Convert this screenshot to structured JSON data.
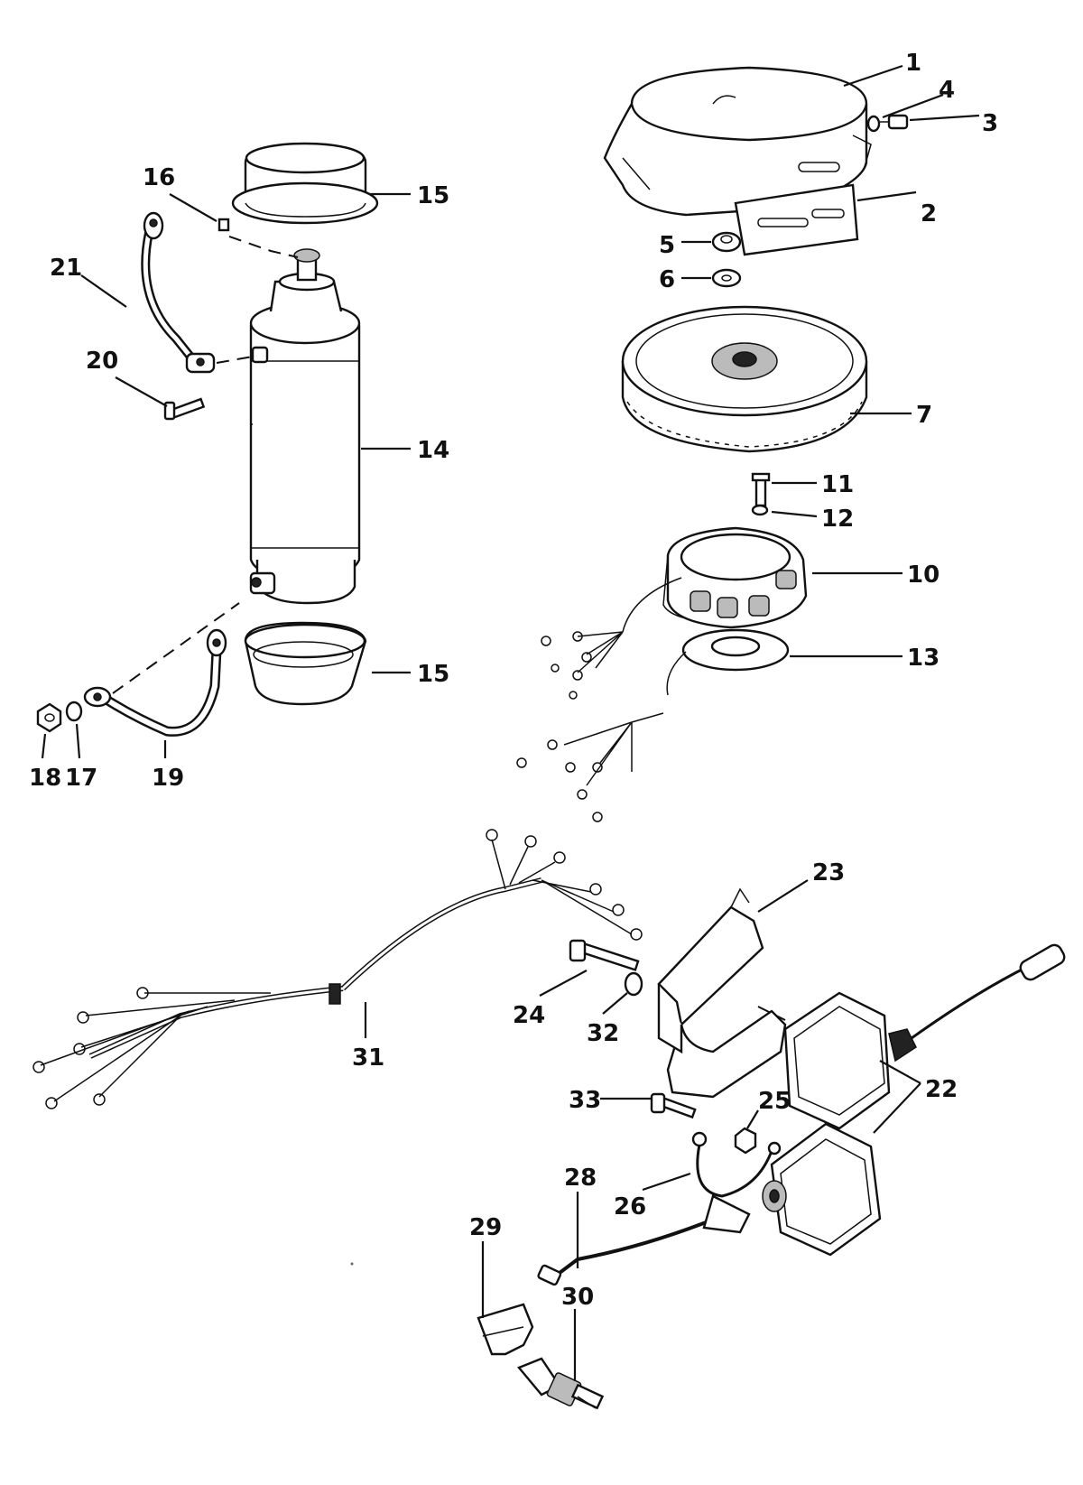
{
  "callouts": [
    {
      "id": "1",
      "text": "1"
    },
    {
      "id": "2",
      "text": "2"
    },
    {
      "id": "3",
      "text": "3"
    },
    {
      "id": "4",
      "text": "4"
    },
    {
      "id": "5",
      "text": "5"
    },
    {
      "id": "6",
      "text": "6"
    },
    {
      "id": "7",
      "text": "7"
    },
    {
      "id": "10",
      "text": "10"
    },
    {
      "id": "11",
      "text": "11"
    },
    {
      "id": "12",
      "text": "12"
    },
    {
      "id": "13",
      "text": "13"
    },
    {
      "id": "14",
      "text": "14"
    },
    {
      "id": "15a",
      "text": "15"
    },
    {
      "id": "15b",
      "text": "15"
    },
    {
      "id": "16",
      "text": "16"
    },
    {
      "id": "17",
      "text": "17"
    },
    {
      "id": "18",
      "text": "18"
    },
    {
      "id": "19",
      "text": "19"
    },
    {
      "id": "20",
      "text": "20"
    },
    {
      "id": "21",
      "text": "21"
    },
    {
      "id": "22",
      "text": "22"
    },
    {
      "id": "23",
      "text": "23"
    },
    {
      "id": "24",
      "text": "24"
    },
    {
      "id": "25",
      "text": "25"
    },
    {
      "id": "26",
      "text": "26"
    },
    {
      "id": "28",
      "text": "28"
    },
    {
      "id": "29",
      "text": "29"
    },
    {
      "id": "30",
      "text": "30"
    },
    {
      "id": "31",
      "text": "31"
    },
    {
      "id": "32",
      "text": "32"
    },
    {
      "id": "33",
      "text": "33"
    }
  ]
}
